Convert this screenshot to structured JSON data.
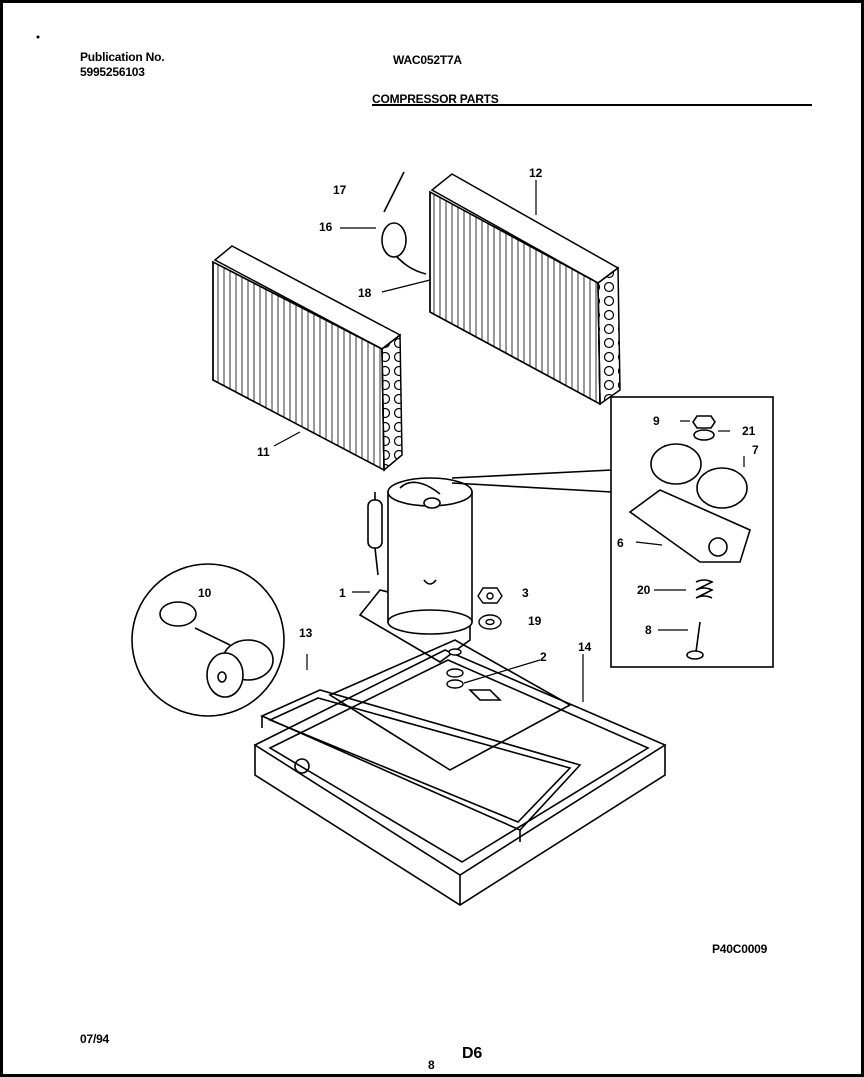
{
  "header": {
    "publication_label": "Publication No.",
    "publication_number": "5995256103",
    "model": "WAC052T7A",
    "section_title": "COMPRESSOR PARTS"
  },
  "footer": {
    "date": "07/94",
    "page": "8",
    "page_code": "D6",
    "drawing_code": "P40C0009"
  },
  "callouts": {
    "c1": "1",
    "c2": "2",
    "c3": "3",
    "c6": "6",
    "c7": "7",
    "c8": "8",
    "c9": "9",
    "c10": "10",
    "c11": "11",
    "c12": "12",
    "c13": "13",
    "c14": "14",
    "c16": "16",
    "c17": "17",
    "c18": "18",
    "c19": "19",
    "c20": "20",
    "c21": "21"
  }
}
